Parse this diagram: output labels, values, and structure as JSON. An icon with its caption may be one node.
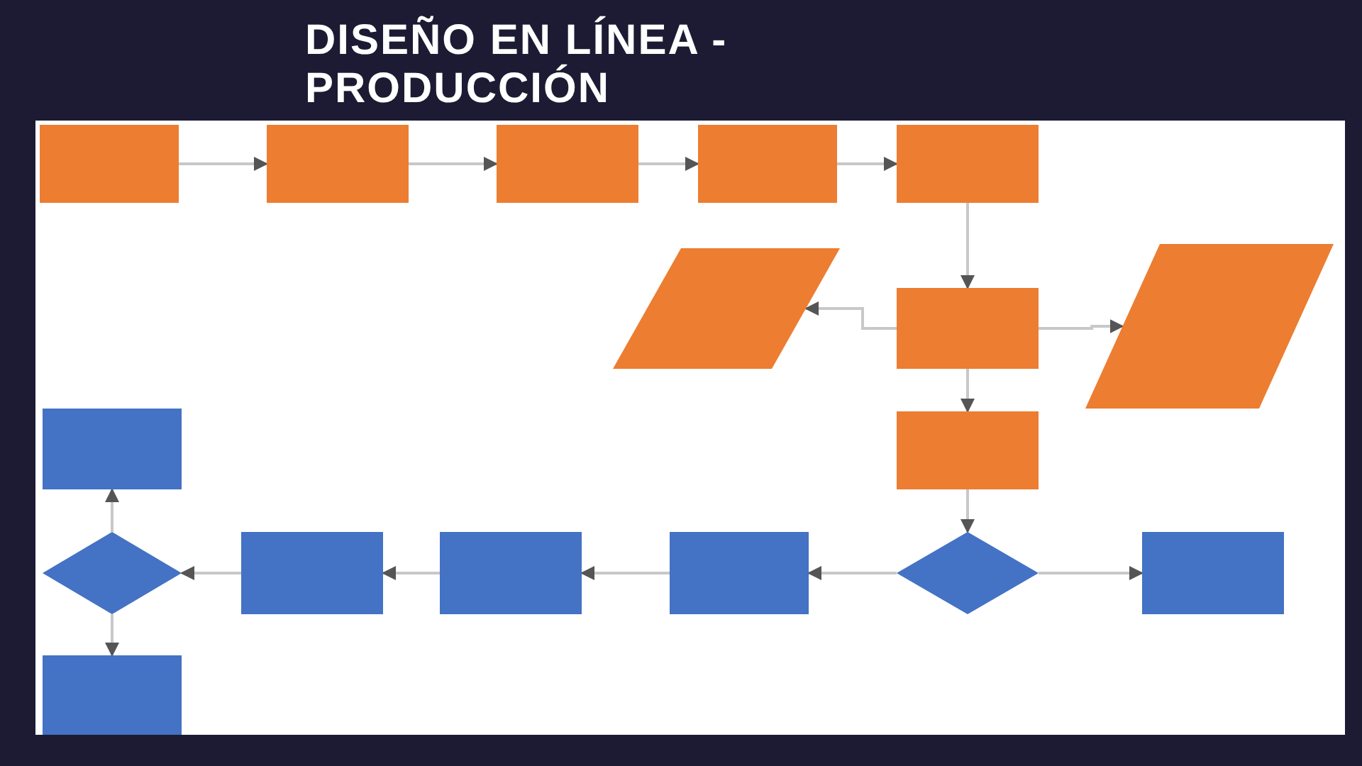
{
  "diagram": {
    "title": "DISEÑO EN LÍNEA - PRODUCCIÓN",
    "nodes": [
      {
        "text": [],
        "shape": "box"
      },
      {
        "text": [],
        "shape": "box"
      },
      {
        "text": [],
        "shape": "box"
      },
      {
        "text": [],
        "shape": "box"
      },
      {
        "text": [],
        "shape": "box"
      },
      {
        "text": [],
        "shape": "parallelogram"
      },
      {
        "text": [],
        "shape": "box"
      },
      {
        "text": [],
        "shape": "parallelogram"
      },
      {
        "text": [],
        "shape": "box"
      },
      {
        "text": [],
        "shape": "box"
      },
      {
        "text": [],
        "shape": "diamond"
      },
      {
        "text": [],
        "shape": "box"
      },
      {
        "text": [],
        "shape": "box"
      },
      {
        "text": [],
        "shape": "box"
      },
      {
        "text": [],
        "shape": "diamond"
      },
      {
        "text": [],
        "shape": "box"
      },
      {
        "text": [],
        "shape": "box"
      }
    ],
    "edges": [
      {
        "from": 0,
        "to": 1,
        "arrow": "to"
      },
      {
        "from": 1,
        "to": 2,
        "arrow": "to"
      },
      {
        "from": 2,
        "to": 3,
        "arrow": "to"
      },
      {
        "from": 3,
        "to": 4,
        "arrow": "to"
      },
      {
        "from": 4,
        "to": 6,
        "arrow": "to"
      },
      {
        "from": 6,
        "to": 5,
        "arrow": "to"
      },
      {
        "from": 6,
        "to": 7,
        "arrow": "to"
      },
      {
        "from": 6,
        "to": 9,
        "arrow": "to"
      },
      {
        "from": 9,
        "to": 14,
        "arrow": "to"
      },
      {
        "from": 14,
        "to": 15,
        "arrow": "to"
      },
      {
        "from": 14,
        "to": 13,
        "arrow": "to"
      },
      {
        "from": 13,
        "to": 12,
        "arrow": "to"
      },
      {
        "from": 12,
        "to": 11,
        "arrow": "to"
      },
      {
        "from": 11,
        "to": 10,
        "arrow": "to"
      },
      {
        "from": 10,
        "to": 8,
        "arrow": "to"
      },
      {
        "from": 10,
        "to": 16,
        "arrow": "to"
      }
    ]
  }
}
